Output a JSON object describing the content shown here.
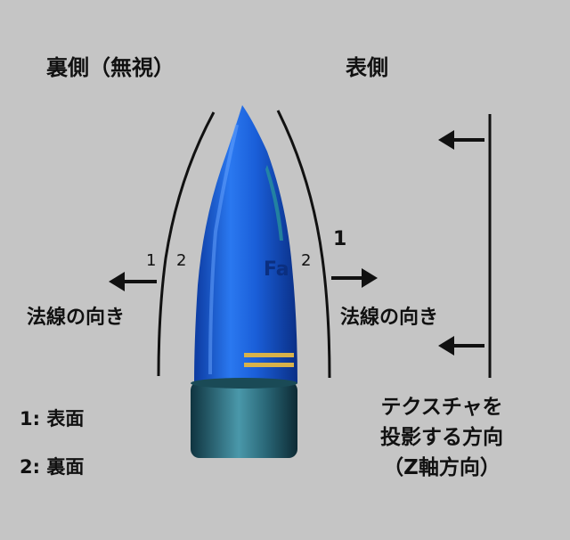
{
  "labels": {
    "back_side": "裏側（無視）",
    "front_side": "表側",
    "normal_left": "法線の向き",
    "normal_right": "法線の向き",
    "left_num_1": "1",
    "left_num_2": "2",
    "right_num_2": "2",
    "right_num_1": "1",
    "legend_1": "1: 表面",
    "legend_2": "2: 裏面",
    "projection_line1": "テクスチャを",
    "projection_line2": "投影する方向",
    "projection_line3": "（Z軸方向）",
    "tube_text": "Fa"
  },
  "colors": {
    "background": "#c5c5c5",
    "tube_blue": "#1a5ed8",
    "cap_teal": "#1f5a6a",
    "stripe_gold": "#d8b24a",
    "line_black": "#111111"
  },
  "icons": {
    "arrow_left": "arrow-left-icon",
    "arrow_right": "arrow-right-icon"
  }
}
